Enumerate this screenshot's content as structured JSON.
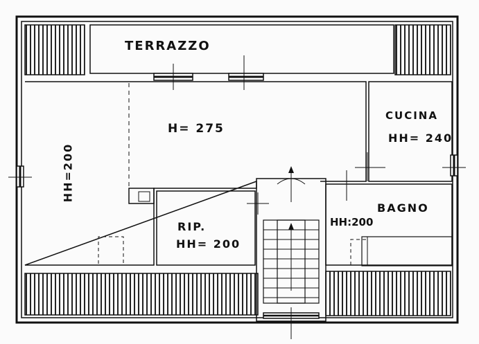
{
  "plan": {
    "labels": {
      "terrace": "TERRAZZO",
      "main_room_height": "H= 275",
      "left_room_height": "HH=200",
      "kitchen_name": "CUCINA",
      "kitchen_height": "HH= 240",
      "bathroom_name": "BAGNO",
      "bathroom_height": "HH:200",
      "storage_name": "RIP.",
      "storage_height": "HH= 200"
    }
  }
}
